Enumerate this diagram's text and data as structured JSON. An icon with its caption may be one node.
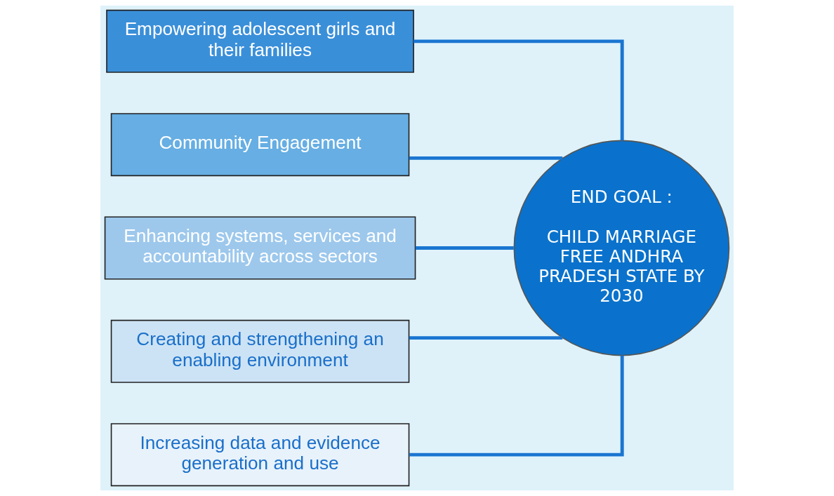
{
  "diagram": {
    "nodes": [
      {
        "text": [
          "Empowering adolescent girls and their families"
        ]
      },
      {
        "text": [
          "Community Engagement"
        ]
      },
      {
        "text": [
          "Enhancing systems, services and accountability across sectors"
        ]
      },
      {
        "text": [
          "Creating and strengthening an enabling environment"
        ]
      },
      {
        "text": [
          "Increasing data and evidence generation and use"
        ]
      },
      {
        "text": [
          "END GOAL :",
          "CHILD MARRIAGE FREE ANDHRA PRADESH STATE BY 2030"
        ]
      }
    ],
    "edges": [
      {
        "from": 0,
        "to": 5,
        "arrow": "none"
      },
      {
        "from": 1,
        "to": 5,
        "arrow": "none"
      },
      {
        "from": 2,
        "to": 5,
        "arrow": "none"
      },
      {
        "from": 3,
        "to": 5,
        "arrow": "none"
      },
      {
        "from": 4,
        "to": 5,
        "arrow": "none"
      }
    ]
  }
}
